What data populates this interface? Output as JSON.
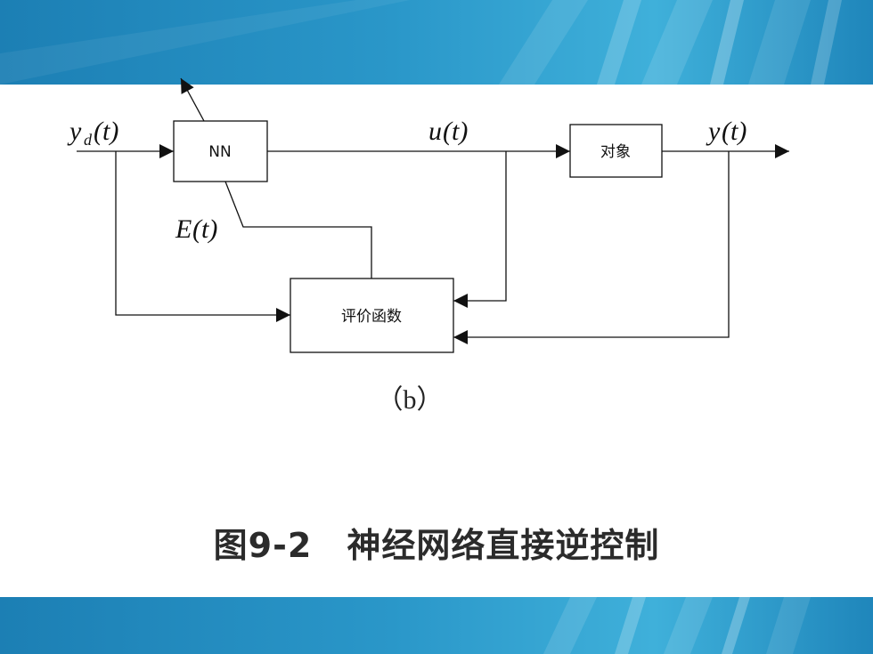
{
  "theme": {
    "band_color": "#2a97c9",
    "line_color": "#111111"
  },
  "diagram": {
    "blocks": {
      "nn": "NN",
      "plant": "对象",
      "evaluator": "评价函数"
    },
    "signals": {
      "yd": {
        "symbol": "y",
        "subscript": "d",
        "arg": "(t)"
      },
      "u": {
        "symbol": "u",
        "arg": "(t)"
      },
      "y": {
        "symbol": "y",
        "arg": "(t)"
      },
      "e": {
        "symbol": "E",
        "arg": "(t)"
      }
    },
    "subfigure_label": "（b）"
  },
  "caption": "图9-2　神经网络直接逆控制"
}
